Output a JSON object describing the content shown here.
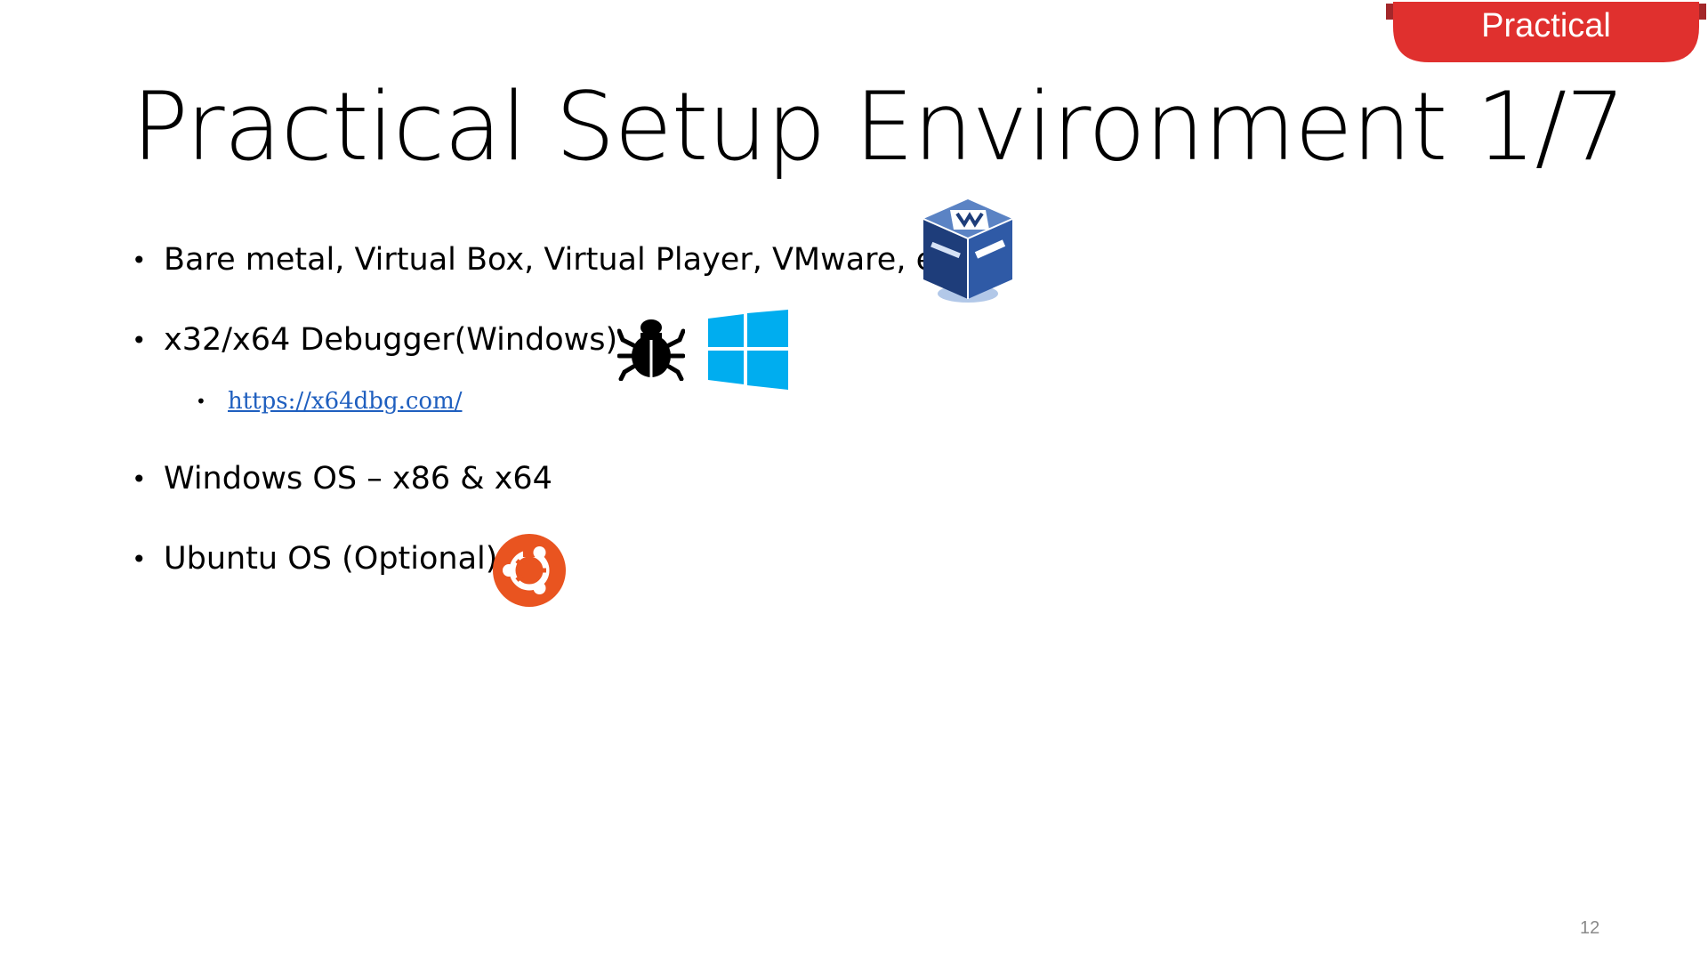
{
  "tag": {
    "label": "Practical"
  },
  "title": "Practical Setup Environment 1/7",
  "bullets": [
    {
      "text": "Bare metal, Virtual Box, Virtual Player, VMware, etc."
    },
    {
      "text": "x32/x64 Debugger(Windows)"
    },
    {
      "text": "Windows OS – x86 & x64"
    },
    {
      "text": "Ubuntu OS (Optional)"
    }
  ],
  "sub_bullet": {
    "link_text": "https://x64dbg.com/"
  },
  "bullet_symbol": "•",
  "page_number": "12",
  "colors": {
    "tag_red": "#e0302e",
    "tag_dark": "#a3272a",
    "link_blue": "#1f5fbf",
    "windows_blue": "#00adef",
    "ubuntu_orange": "#e95420",
    "page_number_gray": "#8a8a8a"
  },
  "icons": [
    "virtualbox-icon",
    "bug-icon",
    "windows-logo-icon",
    "ubuntu-logo-icon"
  ]
}
